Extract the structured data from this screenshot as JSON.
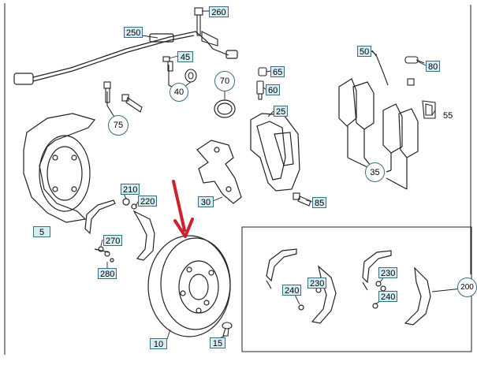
{
  "labels": {
    "p250": "250",
    "p260": "260",
    "p45": "45",
    "p40": "40",
    "p70": "70",
    "p65": "65",
    "p60": "60",
    "p25": "25",
    "p50": "50",
    "p80": "80",
    "p55": "55",
    "p75": "75",
    "p35": "35",
    "p210": "210",
    "p220": "220",
    "p30": "30",
    "p85": "85",
    "p5": "5",
    "p270": "270",
    "p280": "280",
    "p10": "10",
    "p15": "15",
    "p240a": "240",
    "p230a": "230",
    "p230b": "230",
    "p240b": "240",
    "p200": "200"
  },
  "colors": {
    "line": "#222222",
    "label_fill": "#d6ecf3",
    "label_border": "#3a6f80",
    "arrow": "#d0202c"
  }
}
